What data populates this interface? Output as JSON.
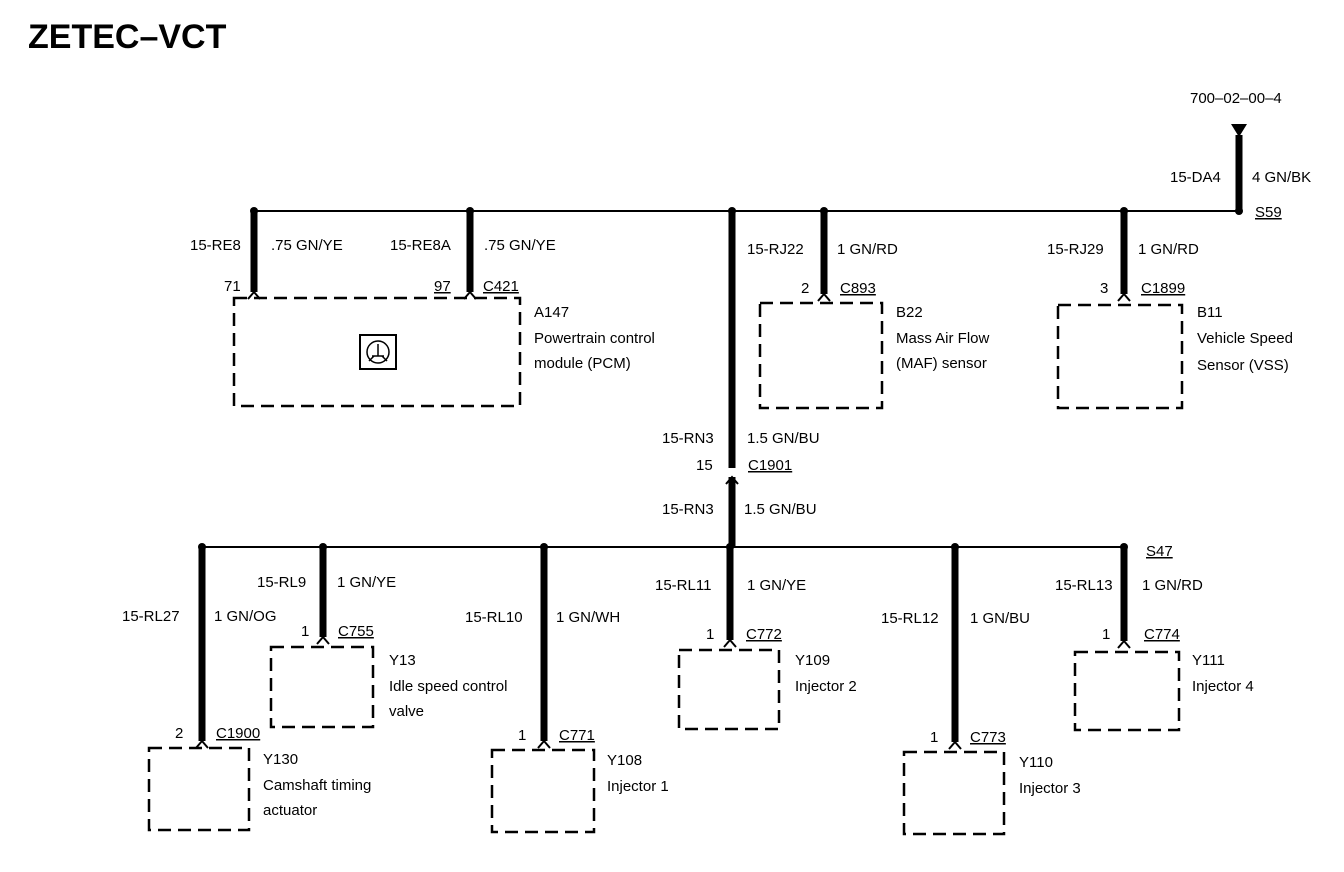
{
  "title": "ZETEC–VCT",
  "ref": "700–02–00–4",
  "feed": {
    "circuit": "15-DA4",
    "wire": "4 GN/BK",
    "splice": "S59"
  },
  "pcm": {
    "pins": [
      {
        "circuit": "15-RE8",
        "wire": ".75 GN/YE",
        "pin": "71"
      },
      {
        "circuit": "15-RE8A",
        "wire": ".75 GN/YE",
        "pin": "97"
      }
    ],
    "connector": "C421",
    "id": "A147",
    "name1": "Powertrain control",
    "name2": "module (PCM)"
  },
  "maf": {
    "circuit": "15-RJ22",
    "wire": "1 GN/RD",
    "pin": "2",
    "connector": "C893",
    "id": "B22",
    "name1": "Mass Air Flow",
    "name2": "(MAF) sensor"
  },
  "vss": {
    "circuit": "15-RJ29",
    "wire": "1 GN/RD",
    "pin": "3",
    "connector": "C1899",
    "id": "B11",
    "name1": "Vehicle Speed",
    "name2": "Sensor (VSS)"
  },
  "trunk": {
    "circuit_a": "15-RN3",
    "wire_a": "1.5 GN/BU",
    "pin": "15",
    "connector": "C1901",
    "circuit_b": "15-RN3",
    "wire_b": "1.5 GN/BU"
  },
  "lower_splice": "S47",
  "y130": {
    "circuit": "15-RL27",
    "wire": "1 GN/OG",
    "pin": "2",
    "connector": "C1900",
    "id": "Y130",
    "name1": "Camshaft timing",
    "name2": "actuator"
  },
  "y13": {
    "circuit": "15-RL9",
    "wire": "1 GN/YE",
    "pin": "1",
    "connector": "C755",
    "id": "Y13",
    "name1": "Idle speed control",
    "name2": "valve"
  },
  "y108": {
    "circuit": "15-RL10",
    "wire": "1 GN/WH",
    "pin": "1",
    "connector": "C771",
    "id": "Y108",
    "name1": "Injector 1"
  },
  "y109": {
    "circuit": "15-RL11",
    "wire": "1 GN/YE",
    "pin": "1",
    "connector": "C772",
    "id": "Y109",
    "name1": "Injector 2"
  },
  "y110": {
    "circuit": "15-RL12",
    "wire": "1 GN/BU",
    "pin": "1",
    "connector": "C773",
    "id": "Y110",
    "name1": "Injector 3"
  },
  "y111": {
    "circuit": "15-RL13",
    "wire": "1 GN/RD",
    "pin": "1",
    "connector": "C774",
    "id": "Y111",
    "name1": "Injector 4"
  }
}
